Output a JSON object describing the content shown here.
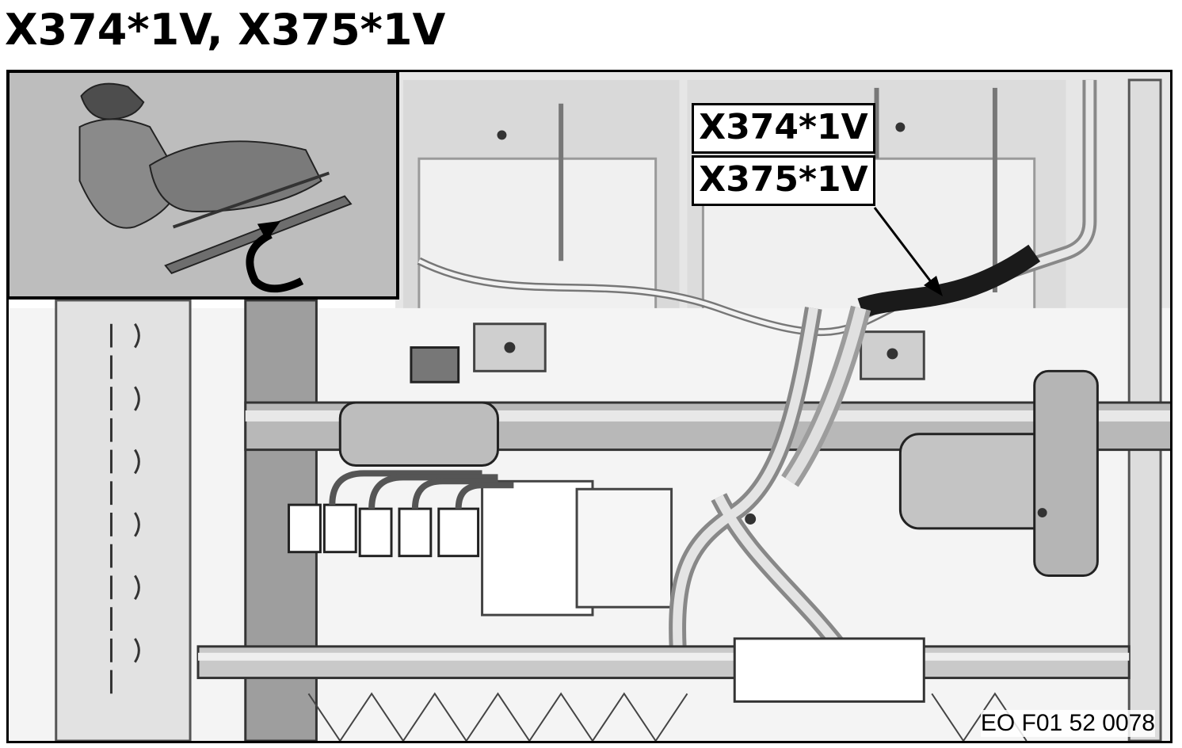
{
  "page": {
    "title": "X374*1V, X375*1V",
    "figure_code": "EO F01 52 0078"
  },
  "callouts": [
    {
      "label": "X374*1V"
    },
    {
      "label": "X375*1V"
    }
  ],
  "colors": {
    "background": "#ffffff",
    "inset_background": "#bdbdbd",
    "line": "#000000",
    "highlighted_harness": "#1a1a1a"
  },
  "icons": {
    "inset_arrow": "curved-rotate-arrow-icon",
    "leader_arrow": "arrow-pointer-icon"
  }
}
